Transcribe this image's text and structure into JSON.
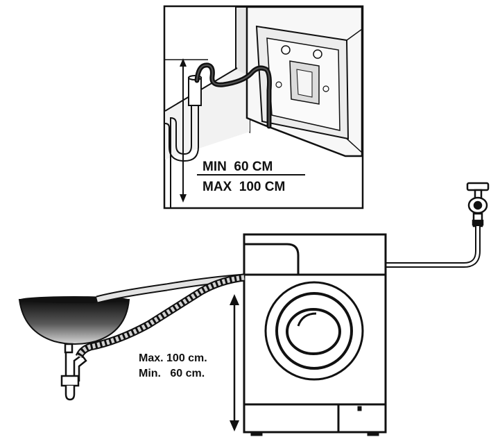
{
  "inset": {
    "min_label": "MIN  60 CM",
    "max_label": "MAX  100 CM"
  },
  "main": {
    "max_label": "Max. 100 cm.",
    "min_label": "Min.   60 cm."
  },
  "colors": {
    "line": "#111111",
    "hose_fill": "#e8e8e8",
    "sink_dark": "#1a1a1a",
    "inset_bg": "#f4f4f4"
  }
}
